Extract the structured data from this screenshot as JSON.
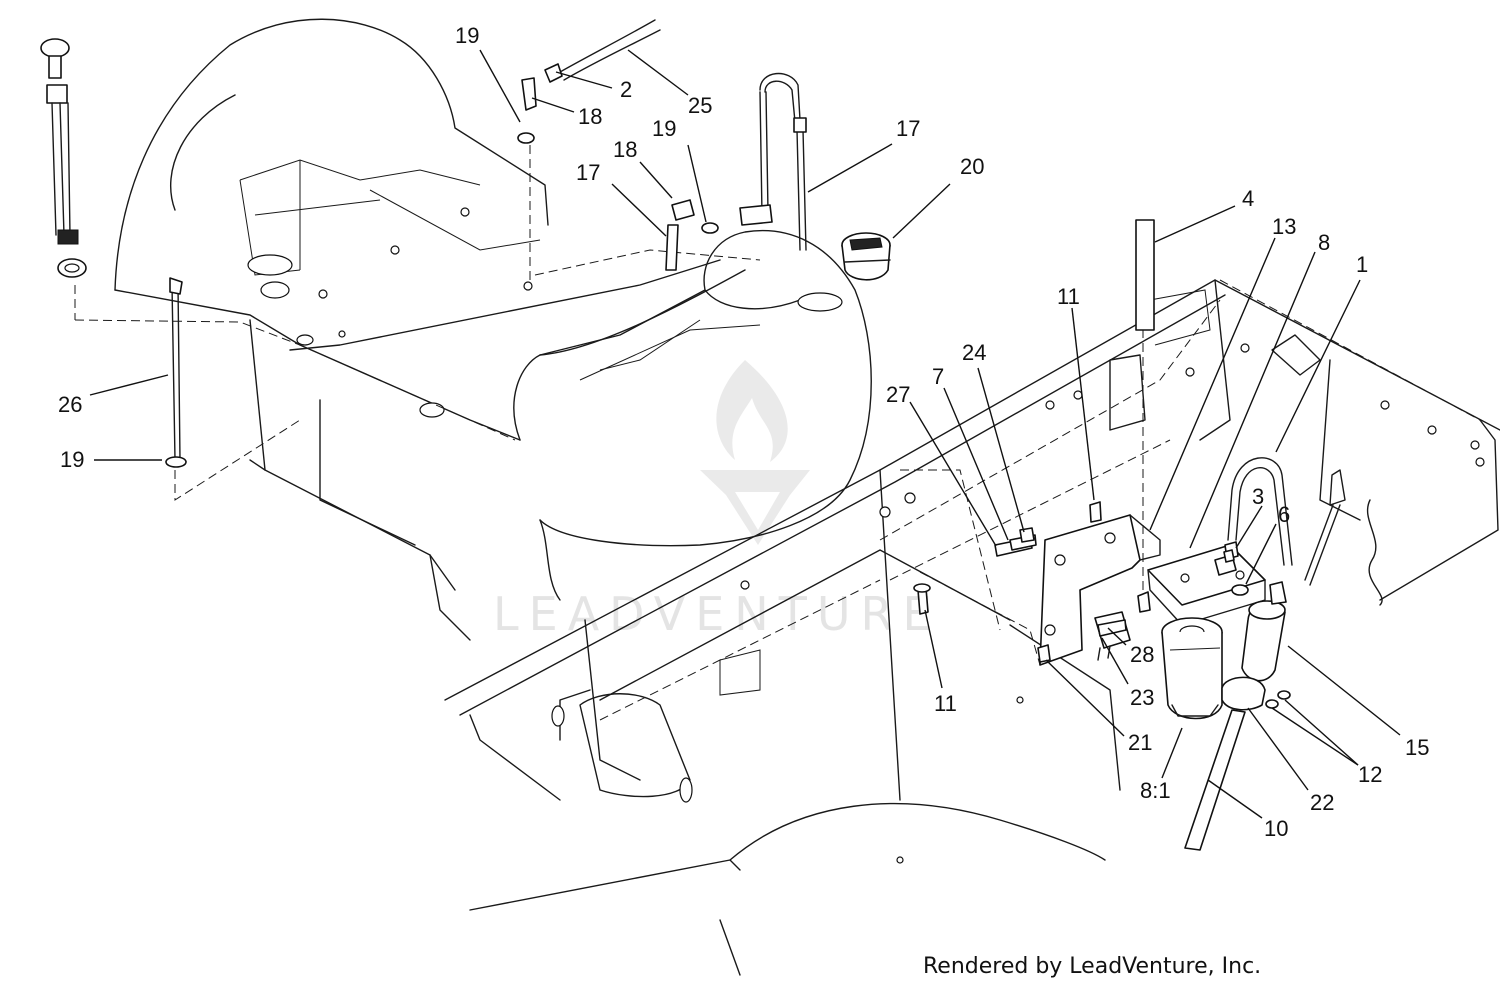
{
  "diagram": {
    "callouts": [
      {
        "id": "c1",
        "label": "19"
      },
      {
        "id": "c2",
        "label": "2"
      },
      {
        "id": "c3",
        "label": "25"
      },
      {
        "id": "c4",
        "label": "18"
      },
      {
        "id": "c5",
        "label": "19"
      },
      {
        "id": "c6",
        "label": "18"
      },
      {
        "id": "c7",
        "label": "17"
      },
      {
        "id": "c8",
        "label": "17"
      },
      {
        "id": "c9",
        "label": "20"
      },
      {
        "id": "c10",
        "label": "4"
      },
      {
        "id": "c11",
        "label": "13"
      },
      {
        "id": "c12",
        "label": "8"
      },
      {
        "id": "c13",
        "label": "1"
      },
      {
        "id": "c14",
        "label": "11"
      },
      {
        "id": "c15",
        "label": "24"
      },
      {
        "id": "c16",
        "label": "7"
      },
      {
        "id": "c17",
        "label": "27"
      },
      {
        "id": "c18",
        "label": "26"
      },
      {
        "id": "c19",
        "label": "19"
      },
      {
        "id": "c20",
        "label": "3"
      },
      {
        "id": "c21",
        "label": "6"
      },
      {
        "id": "c22",
        "label": "28"
      },
      {
        "id": "c23",
        "label": "23"
      },
      {
        "id": "c24",
        "label": "11"
      },
      {
        "id": "c25",
        "label": "21"
      },
      {
        "id": "c26",
        "label": "8:1"
      },
      {
        "id": "c27",
        "label": "15"
      },
      {
        "id": "c28",
        "label": "12"
      },
      {
        "id": "c29",
        "label": "22"
      },
      {
        "id": "c30",
        "label": "10"
      }
    ],
    "credit": "Rendered by LeadVenture, Inc.",
    "watermark": "LEADVENTURE"
  }
}
